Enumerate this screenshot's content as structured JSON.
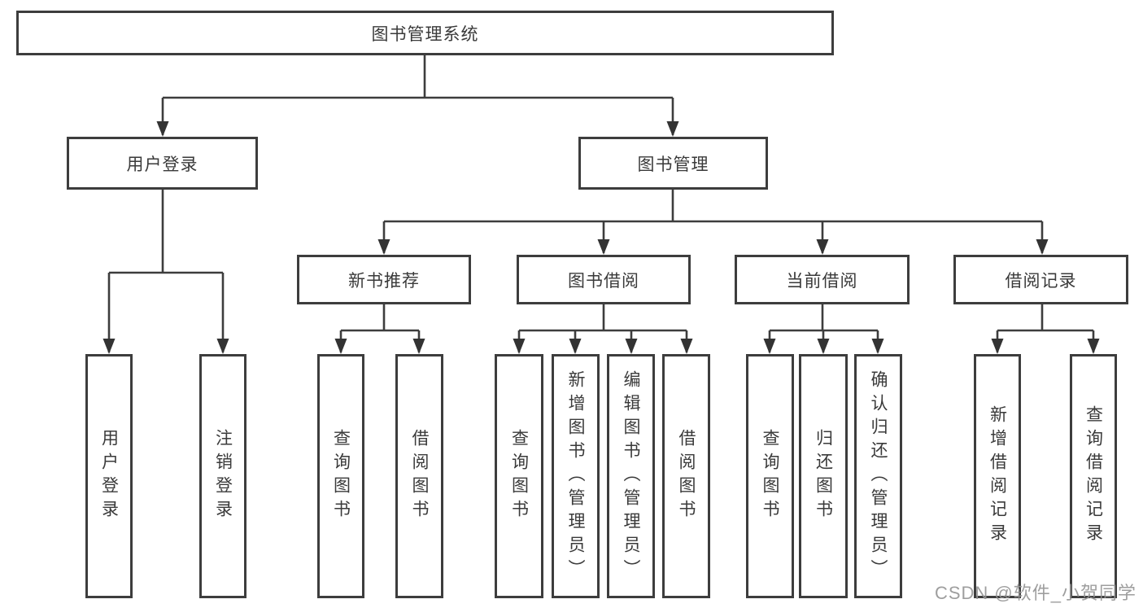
{
  "diagram": {
    "type": "hierarchy-tree",
    "colors": {
      "line": "#3d3d3d",
      "border": "#3d3d3d",
      "text": "#3a3a3a",
      "background": "#ffffff",
      "watermark": "#949494"
    },
    "tree": {
      "label": "图书管理系统",
      "children": [
        {
          "label": "用户登录",
          "children": [
            {
              "label": "用户登录"
            },
            {
              "label": "注销登录"
            }
          ]
        },
        {
          "label": "图书管理",
          "children": [
            {
              "label": "新书推荐",
              "children": [
                {
                  "label": "查询图书"
                },
                {
                  "label": "借阅图书"
                }
              ]
            },
            {
              "label": "图书借阅",
              "children": [
                {
                  "label": "查询图书"
                },
                {
                  "label": "新增图书（管理员）"
                },
                {
                  "label": "编辑图书（管理员）"
                },
                {
                  "label": "借阅图书"
                }
              ]
            },
            {
              "label": "当前借阅",
              "children": [
                {
                  "label": "查询图书"
                },
                {
                  "label": "归还图书"
                },
                {
                  "label": "确认归还（管理员）"
                }
              ]
            },
            {
              "label": "借阅记录",
              "children": [
                {
                  "label": "新增借阅记录"
                },
                {
                  "label": "查询借阅记录"
                }
              ]
            }
          ]
        }
      ]
    },
    "watermark": "CSDN @软件_小贺同学"
  }
}
